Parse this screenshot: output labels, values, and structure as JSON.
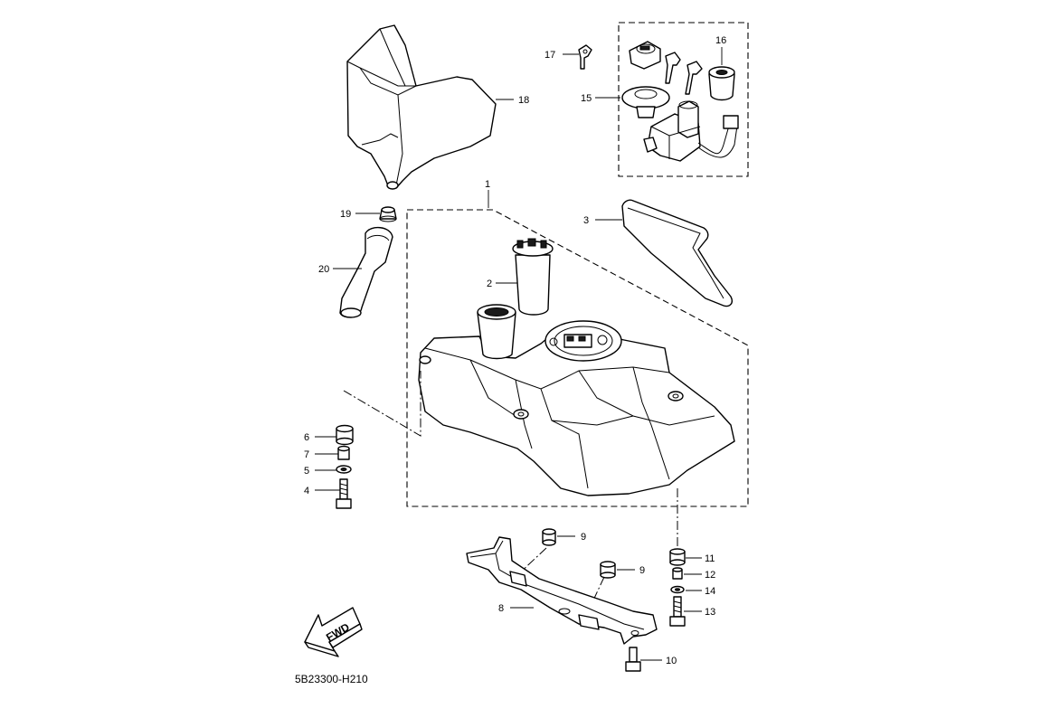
{
  "callouts": {
    "c1": "1",
    "c2": "2",
    "c3": "3",
    "c4": "4",
    "c5": "5",
    "c6": "6",
    "c7": "7",
    "c8": "8",
    "c9a": "9",
    "c9b": "9",
    "c10": "10",
    "c11": "11",
    "c12": "12",
    "c13": "13",
    "c14": "14",
    "c15": "15",
    "c16": "16",
    "c17": "17",
    "c18": "18",
    "c19": "19",
    "c20": "20"
  },
  "fwd_label": "FWD",
  "catalog_code": "5B23300-H210",
  "icons": [
    "fwd-arrow-icon",
    "key-icon"
  ]
}
